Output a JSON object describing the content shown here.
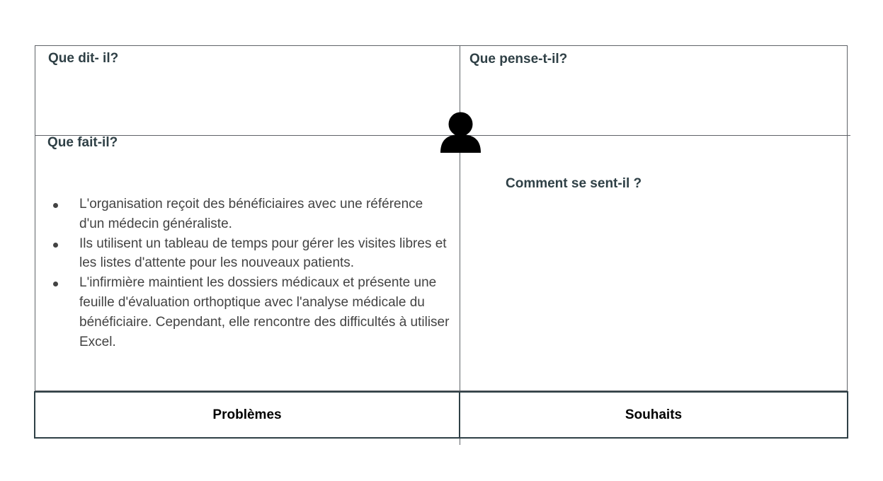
{
  "quadrants": {
    "says": {
      "title": "Que dit- il?"
    },
    "thinks": {
      "title": "Que pense-t-il?"
    },
    "does": {
      "title": "Que fait-il?",
      "items": [
        "L'organisation reçoit des bénéficiaires avec une référence d'un médecin généraliste.",
        "Ils utilisent un tableau de temps pour gérer les visites libres et les listes d'attente pour les nouveaux patients.",
        "L'infirmière maintient les dossiers médicaux et présente une feuille d'évaluation orthoptique avec l'analyse médicale du bénéficiaire. Cependant, elle rencontre des difficultés à utiliser Excel."
      ]
    },
    "feels": {
      "title": "Comment se sent-il ?"
    }
  },
  "bottom": {
    "problems_label": "Problèmes",
    "wishes_label": "Souhaits"
  },
  "center_icon": "person-icon",
  "colors": {
    "heading": "#2f4046",
    "body_text": "#434343",
    "grid_line": "#5f6368",
    "icon": "#000000"
  }
}
